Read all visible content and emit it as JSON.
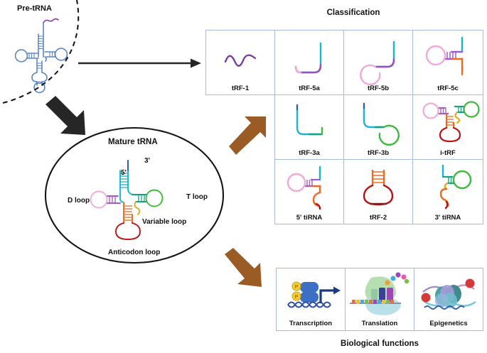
{
  "figure": {
    "pre_trna_label": "Pre-tRNA",
    "mature_trna_label": "Mature tRNA",
    "classification_title": "Classification",
    "biological_title": "Biological functions"
  },
  "mature_trna": {
    "labels": {
      "five_prime": "5'",
      "three_prime": "3'",
      "d_loop": "D loop",
      "t_loop": "T loop",
      "variable_loop": "Variable loop",
      "anticodon_loop": "Anticodon loop"
    }
  },
  "classification": {
    "rows": [
      {
        "cells": [
          {
            "label": "tRF-1",
            "art": "wavy-purple",
            "empty": false
          },
          {
            "label": "tRF-5a",
            "art": "hook-5a",
            "empty": false
          },
          {
            "label": "tRF-5b",
            "art": "hook-5b",
            "empty": false
          },
          {
            "label": "tRF-5c",
            "art": "stem-5c",
            "empty": false
          }
        ]
      },
      {
        "cells": [
          {
            "label": "",
            "art": "none",
            "empty": true
          },
          {
            "label": "tRF-3a",
            "art": "hook-3a",
            "empty": false
          },
          {
            "label": "tRF-3b",
            "art": "hook-3b",
            "empty": false
          },
          {
            "label": "i-tRF",
            "art": "internal-trf",
            "empty": false
          }
        ]
      },
      {
        "cells": [
          {
            "label": "",
            "art": "none",
            "empty": true
          },
          {
            "label": "5' tiRNA",
            "art": "tirna-5",
            "empty": false
          },
          {
            "label": "tRF-2",
            "art": "trf2-loop",
            "empty": false
          },
          {
            "label": "3' tiRNA",
            "art": "tirna-3",
            "empty": false
          }
        ]
      }
    ]
  },
  "biological_functions": {
    "panels": [
      {
        "label": "Transcription",
        "art": "polymerase-dna-icon"
      },
      {
        "label": "Translation",
        "art": "ribosome-mrna-icon"
      },
      {
        "label": "Epigenetics",
        "art": "nucleosome-icon"
      }
    ]
  },
  "colors": {
    "grid_border": "#a8bbdf",
    "brown_arrow": "#9a5b24",
    "black_arrow": "#262626",
    "pre_trna": "#5b87c5",
    "acceptor_cyan": "#17b6d4",
    "d_loop_pink": "#f3a8d8",
    "t_loop_green": "#3dbb3d",
    "anticodon_red": "#b81414",
    "variable_gold": "#e8a81c",
    "trf1_purple": "#7d3fa0",
    "orange_tail": "#ef6a20"
  }
}
